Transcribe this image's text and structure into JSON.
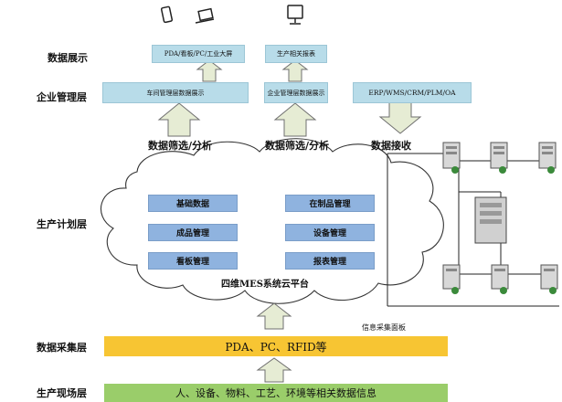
{
  "layers": {
    "display": "数据展示",
    "enterprise": "企业管理层",
    "planning": "生产计划层",
    "collection": "数据采集层",
    "field": "生产现场层"
  },
  "top_boxes": {
    "terminals": "PDA/看板/PC/工业大屏",
    "reports": "生产相关报表"
  },
  "mgmt_boxes": {
    "workshop": "车间管理层数据展示",
    "enterprise": "企业管理层数据展示",
    "erp": "ERP/WMS/CRM/PLM/OA"
  },
  "captions": {
    "filter_left": "数据筛选/分析",
    "filter_mid": "数据筛选/分析",
    "receive": "数据接收",
    "panel": "信息采集面板",
    "cloud_title": "四维MES系统云平台"
  },
  "modules": [
    "基础数据",
    "在制品管理",
    "成品管理",
    "设备管理",
    "看板管理",
    "报表管理"
  ],
  "bands": {
    "collection": "PDA、PC、RFID等",
    "field": "人、设备、物料、工艺、环境等相关数据信息"
  },
  "colors": {
    "blue_box": "#b8dce9",
    "module": "#8fb3df",
    "collection_band": "#f7c533",
    "field_band": "#9acd6a",
    "arrow": "#e6ecd4"
  }
}
